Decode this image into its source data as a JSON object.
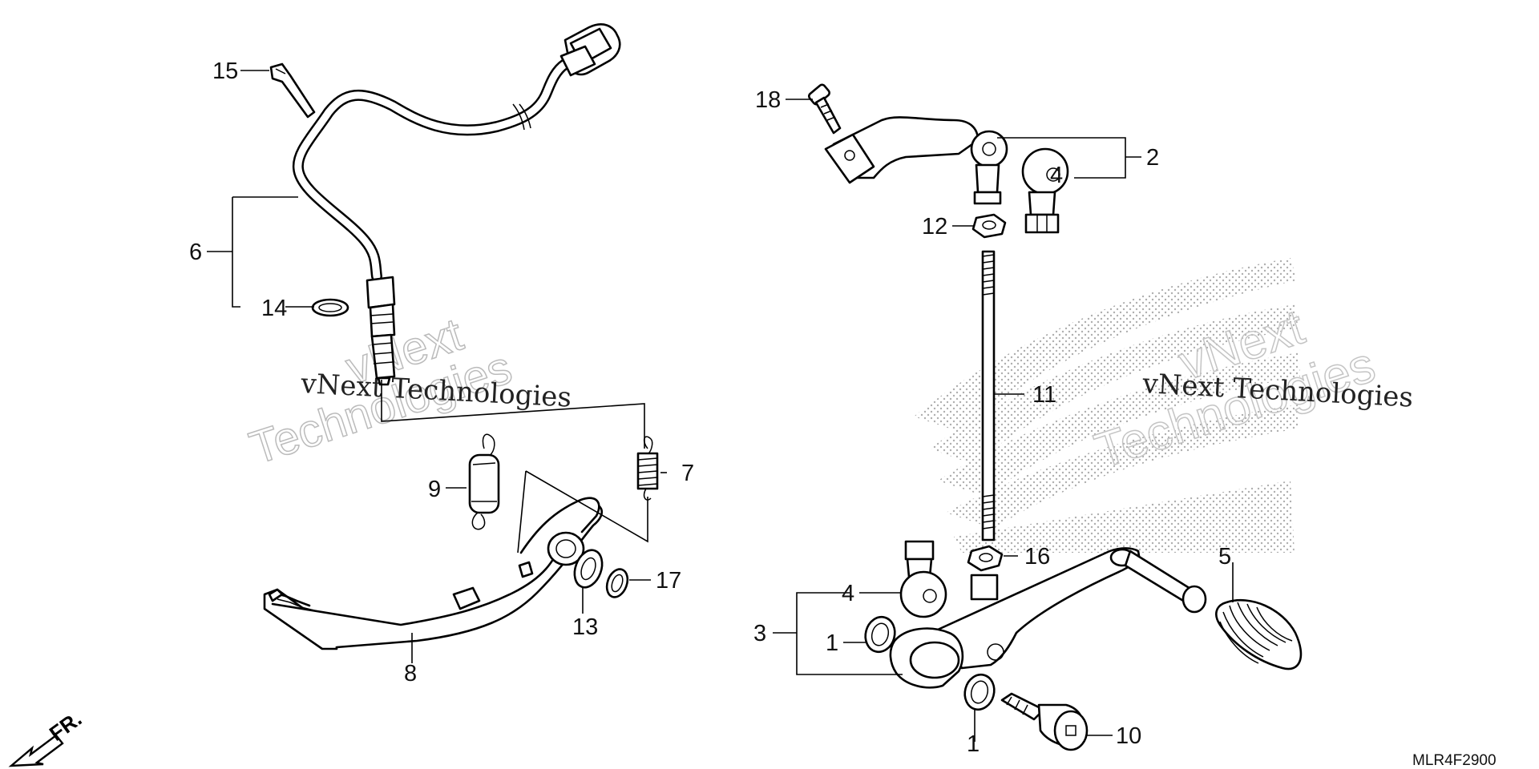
{
  "diagram": {
    "labels": {
      "l1a": "1",
      "l1b": "1",
      "l2": "2",
      "l3": "3",
      "l4a": "4",
      "l4b": "4",
      "l5": "5",
      "l6": "6",
      "l7": "7",
      "l8": "8",
      "l9": "9",
      "l10": "10",
      "l11": "11",
      "l12": "12",
      "l13": "13",
      "l14": "14",
      "l15": "15",
      "l16": "16",
      "l17": "17",
      "l18": "18"
    },
    "direction": "FR.",
    "code": "MLR4F2900",
    "watermark": {
      "text1": "vNext",
      "text2": "Technologies",
      "inline": "vNext Technologies"
    }
  }
}
